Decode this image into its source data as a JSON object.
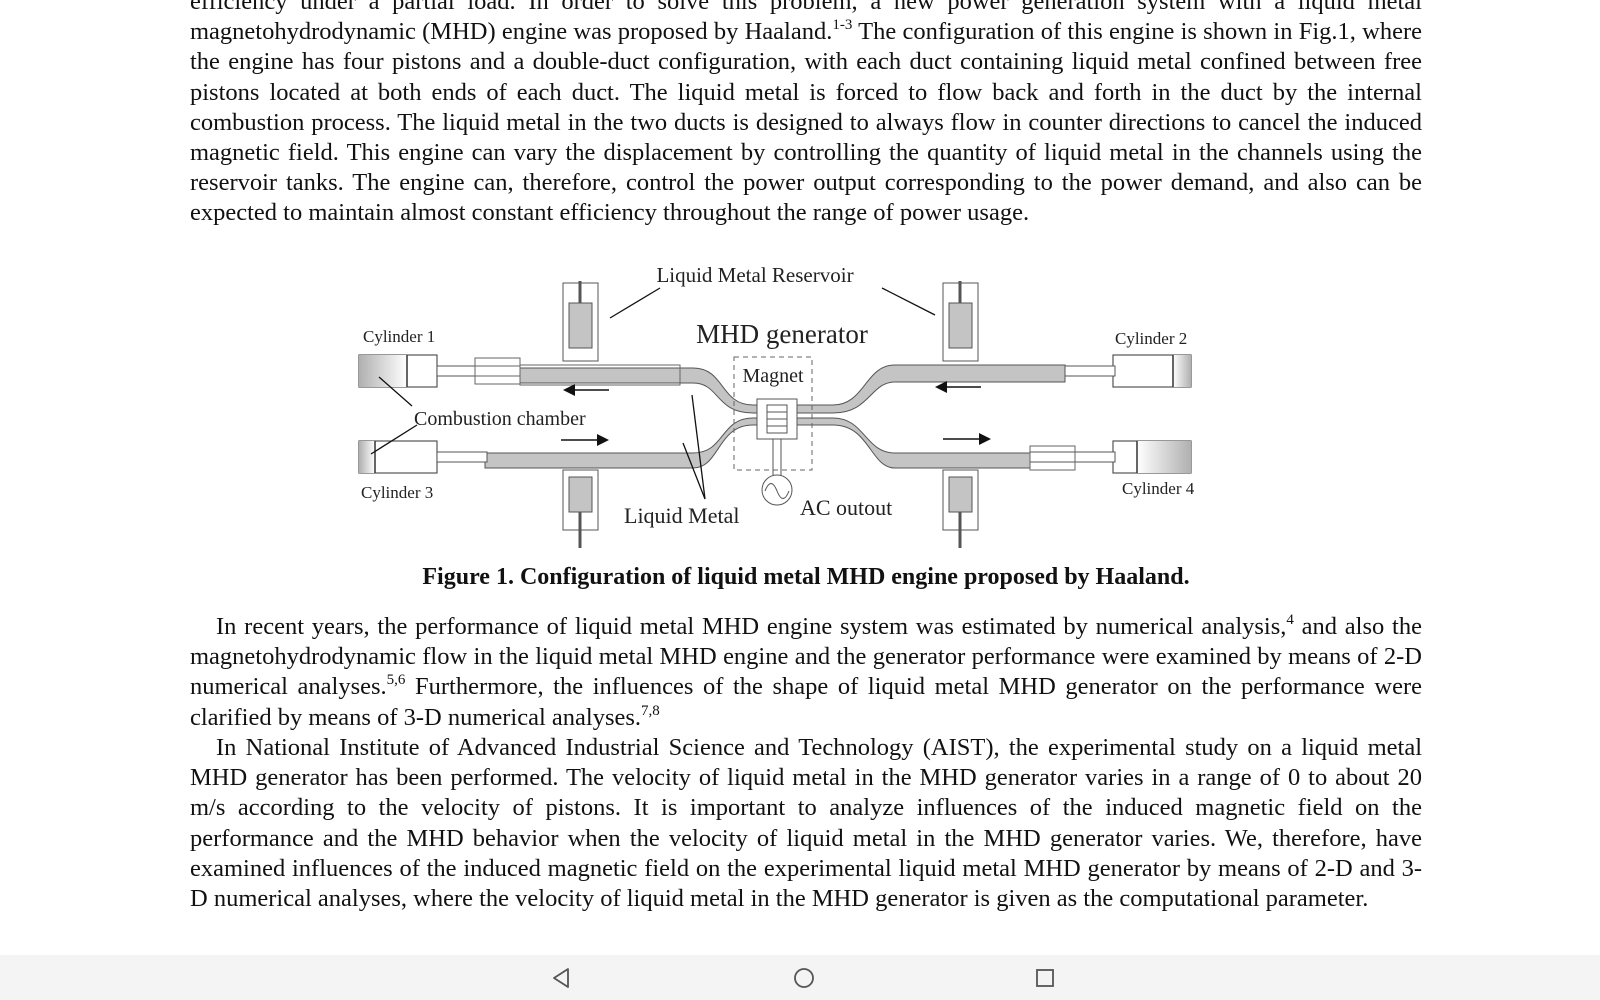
{
  "document": {
    "paragraph_top": {
      "lines": [
        "efficiency under a partial load. In order to solve this problem, a new power generation system with a liquid metal",
        "magnetohydrodynamic (MHD) engine was proposed by Haaland."
      ],
      "ref": "1-3",
      "rest": " The configuration of this engine is shown in Fig.1, where the engine has four pistons and a double-duct configuration, with each duct containing liquid metal confined between free pistons located at both ends of each duct. The liquid metal is forced to flow back and forth in the duct by the internal combustion process. The liquid metal in the two ducts is designed to always flow in counter directions to cancel the induced magnetic field. This engine can vary the displacement by controlling the quantity of liquid metal in the channels using the reservoir tanks. The engine can, therefore, control the power output corresponding to the power demand, and also can be expected to maintain almost constant efficiency throughout the range of power usage."
    },
    "figure": {
      "labels": {
        "reservoir": "Liquid Metal Reservoir",
        "generator": "MHD generator",
        "magnet": "Magnet",
        "cylinder1": "Cylinder 1",
        "cylinder2": "Cylinder 2",
        "cylinder3": "Cylinder 3",
        "cylinder4": "Cylinder 4",
        "combustion": "Combustion chamber",
        "liquid_metal": "Liquid Metal",
        "ac_output": "AC outout"
      },
      "caption": "Figure 1. Configuration of liquid metal MHD engine proposed by Haaland."
    },
    "paragraph_2": {
      "part1": "In recent years, the performance of liquid metal MHD engine system was estimated by numerical analysis,",
      "ref1": "4",
      "part2": " and also the magnetohydrodynamic flow in the liquid metal MHD engine and the generator performance were examined by means of 2-D numerical analyses.",
      "ref2": "5,6",
      "part3": " Furthermore, the influences of the shape of liquid metal MHD generator on the performance were clarified by means of 3-D numerical analyses.",
      "ref3": "7,8"
    },
    "paragraph_3": {
      "text": "In National Institute of Advanced Industrial Science and Technology (AIST), the experimental study on a liquid metal MHD generator has been performed. The velocity of liquid metal in the MHD generator varies in a range of 0 to about 20 m/s according to the velocity of pistons. It is important to analyze influences of the induced magnetic field on the performance and the MHD behavior when the velocity of liquid metal in the MHD generator varies. We, therefore, have examined influences of the induced magnetic field on the experimental liquid metal MHD generator by means of 2-D and 3-D numerical analyses, where the velocity of liquid metal in the MHD generator is given as the computational parameter."
    }
  },
  "navbar": {
    "back_icon": "back-triangle-icon",
    "home_icon": "home-circle-icon",
    "recent_icon": "recent-square-icon"
  },
  "colors": {
    "text": "#111111",
    "figure_fill": "#c4c4c4",
    "navbar_bg": "#f4f4f4",
    "nav_icon": "#555555"
  }
}
